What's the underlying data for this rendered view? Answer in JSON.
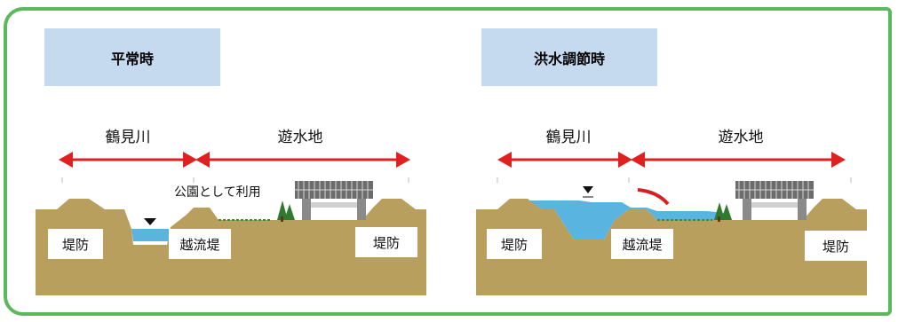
{
  "panels": [
    {
      "title": "平常時",
      "river_label": "鶴見川",
      "basin_label": "遊水地",
      "park_label": "公園として利用",
      "tags": {
        "left_levee": "堤防",
        "overflow_levee": "越流堤",
        "right_levee": "堤防"
      }
    },
    {
      "title": "洪水調節時",
      "river_label": "鶴見川",
      "basin_label": "遊水地",
      "tags": {
        "left_levee": "堤防",
        "overflow_levee": "越流堤",
        "right_levee": "堤防"
      }
    }
  ],
  "colors": {
    "frame": "#5cb85c",
    "title_box": "#c5d9ef",
    "ground": "#b99f5e",
    "water": "#5ab4e0",
    "arrow": "#e02020",
    "grass": "#3b8c3b"
  }
}
